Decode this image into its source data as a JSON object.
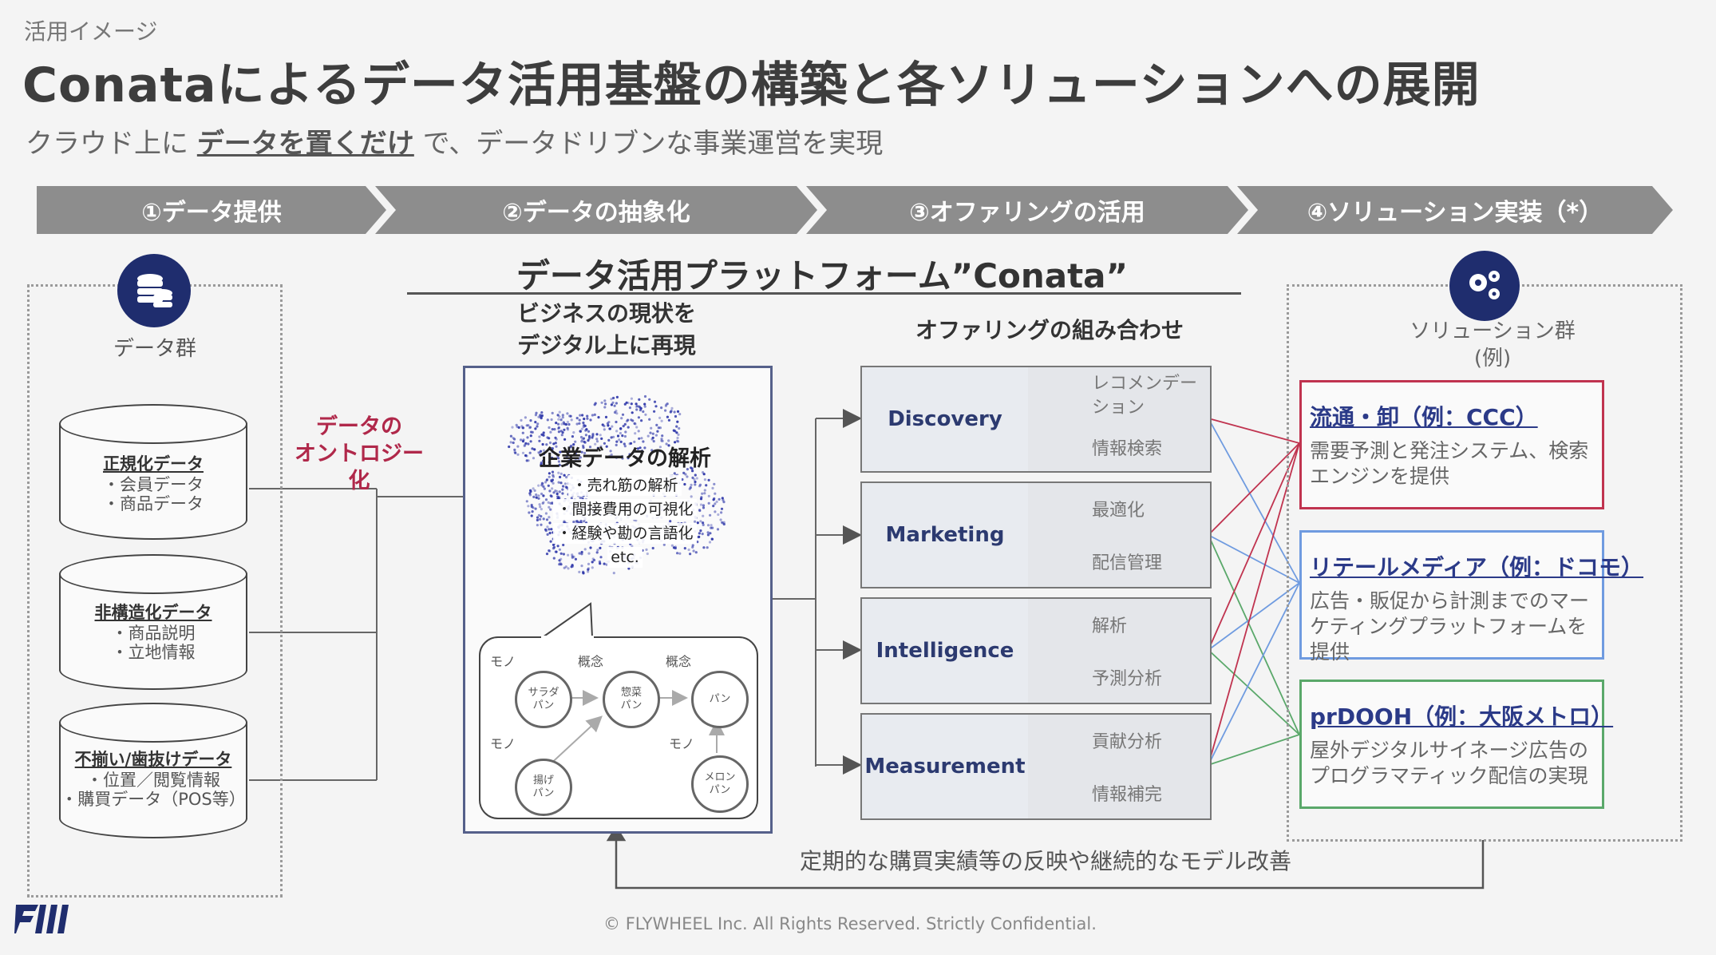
{
  "header": {
    "eyebrow": "活用イメージ",
    "title": "Conataによるデータ活用基盤の構築と各ソリューションへの展開",
    "subtitle_pre": "クラウド上に",
    "subtitle_em": "データを置くだけ",
    "subtitle_post": "で、データドリブンな事業運営を実現"
  },
  "steps": [
    "①データ提供",
    "②データの抽象化",
    "③オファリングの活用",
    "④ソリューション実装（*）"
  ],
  "platform_title": "データ活用プラットフォーム”Conata”",
  "data_group": {
    "label": "データ群",
    "icon": "database-icon",
    "items": [
      {
        "title": "正規化データ",
        "lines": [
          "・会員データ",
          "・商品データ"
        ]
      },
      {
        "title": "非構造化データ",
        "lines": [
          "・商品説明",
          "・立地情報"
        ]
      },
      {
        "title": "不揃い/歯抜けデータ",
        "lines": [
          "・位置／閲覧情報",
          "・購買データ（POS等）"
        ]
      }
    ]
  },
  "ontology_label": [
    "データの",
    "オントロジー化"
  ],
  "biz_caption": [
    "ビジネスの現状を",
    "デジタル上に再現"
  ],
  "analysis": {
    "title": "企業データの解析",
    "items": [
      "・売れ筋の解析",
      "・間接費用の可視化",
      "・経験や勘の言語化",
      "etc."
    ]
  },
  "graph": {
    "labels": [
      "モノ",
      "概念",
      "概念",
      "モノ",
      "モノ"
    ],
    "nodes": [
      "サラダ\nパン",
      "惣菜\nパン",
      "パン",
      "揚げ\nパン",
      "メロン\nパン"
    ]
  },
  "combo_title": "オファリングの組み合わせ",
  "offerings": [
    {
      "name": "Discovery",
      "subs": [
        "レコメンデー",
        "ション",
        "情報検索"
      ]
    },
    {
      "name": "Marketing",
      "subs": [
        "最適化",
        "配信管理"
      ]
    },
    {
      "name": "Intelligence",
      "subs": [
        "解析",
        "予測分析"
      ]
    },
    {
      "name": "Measurement",
      "subs": [
        "貢献分析",
        "情報補完"
      ]
    }
  ],
  "solutions": {
    "title": [
      "ソリューション群",
      "(例)"
    ],
    "icon": "gears-icon",
    "items": [
      {
        "title": "流通・卸（例：CCC）",
        "desc": "需要予測と発注システム、検索エンジンを提供",
        "color": "#c0334f"
      },
      {
        "title": "リテールメディア（例：ドコモ）",
        "desc": "広告・販促から計測までのマーケティングプラットフォームを提供",
        "color": "#6f9be0"
      },
      {
        "title": "prDOOH（例：大阪メトロ）",
        "desc": "屋外デジタルサイネージ広告のプログラマティック配信の実現",
        "color": "#5aa86a"
      }
    ]
  },
  "feedback": "定期的な購買実績等の反映や継続的なモデル改善",
  "copyright": "© FLYWHEEL Inc. All Rights Reserved. Strictly Confidential.",
  "colors": {
    "step": "#8d8d8d",
    "navy": "#1f2d6e",
    "red": "#c0334f",
    "blue": "#6f9be0",
    "green": "#5aa86a"
  }
}
